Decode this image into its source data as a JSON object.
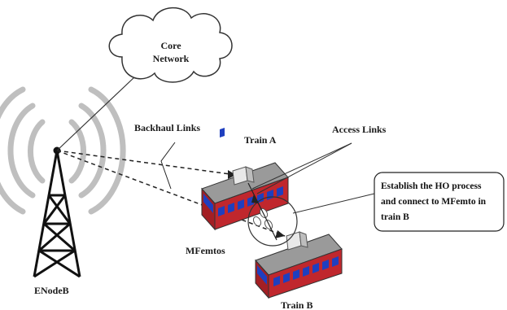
{
  "labels": {
    "core_network_line1": "Core",
    "core_network_line2": "Network",
    "backhaul_links": "Backhaul Links",
    "access_links": "Access Links",
    "train_a": "Train A",
    "train_b": "Train B",
    "mfemtos": "MFemtos",
    "enodeb": "ENodeB"
  },
  "callout": {
    "line1": "Establish the HO process",
    "line2": "and connect to MFemto in",
    "line3": "train B"
  },
  "icons": [
    "cloud-icon",
    "cell-tower-icon",
    "radio-wave-icon",
    "train-icon",
    "femto-antenna-icon",
    "footsteps-icon"
  ],
  "colors": {
    "train_body": "#c0272d",
    "train_roof": "#8c8c8c",
    "train_window": "#1f3fbf",
    "waves": "#bdbdbd",
    "tower": "#111111"
  }
}
